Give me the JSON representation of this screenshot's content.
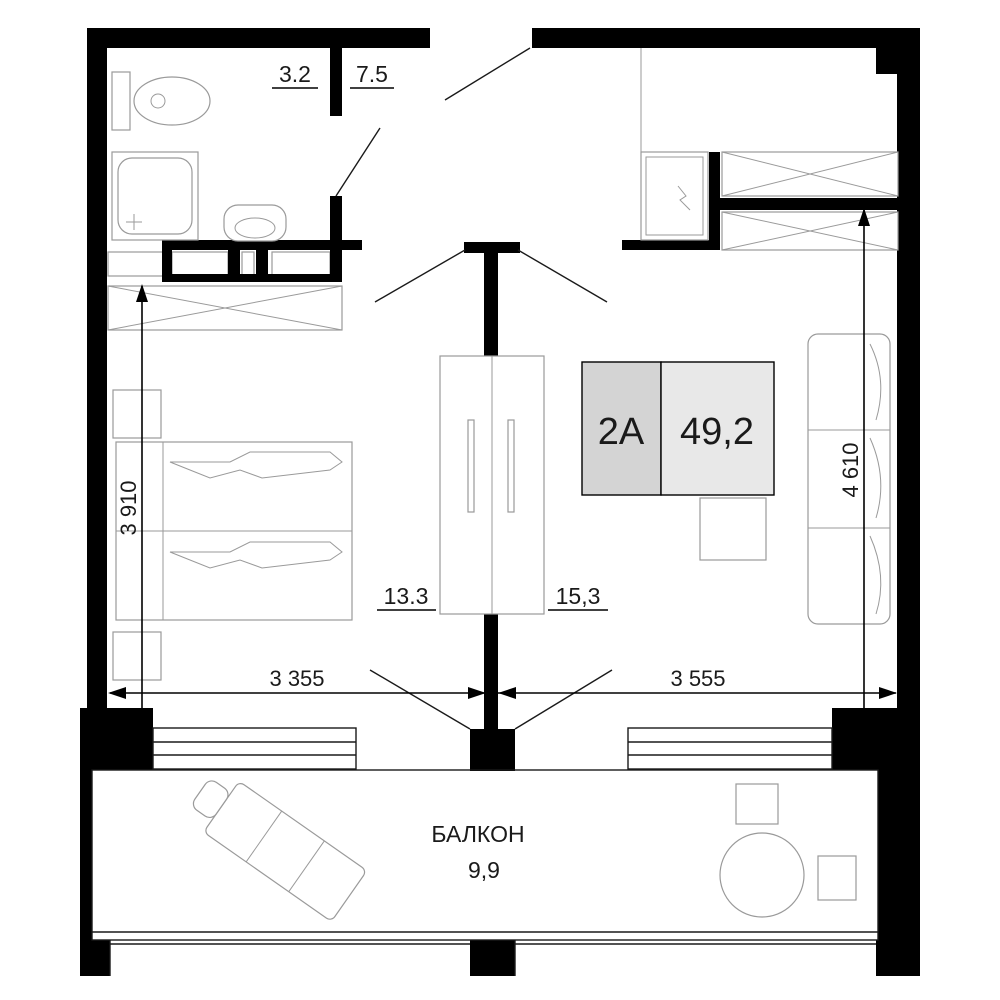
{
  "plan": {
    "apartment_code": "2A",
    "total_area": "49,2",
    "rooms": {
      "toilet_area": "3.2",
      "hall_area": "7.5",
      "bedroom_area": "13.3",
      "living_area": "15,3"
    },
    "balcony": {
      "name": "БАЛКОН",
      "area": "9,9"
    },
    "dimensions": {
      "left_width": "3 355",
      "right_width": "3 555",
      "left_height": "3 910",
      "right_height": "4 610"
    },
    "colors": {
      "walls": "#000000",
      "code_box": "#d4d4d4",
      "area_box": "#e8e8e8",
      "furniture": "#9a9a9a"
    }
  }
}
